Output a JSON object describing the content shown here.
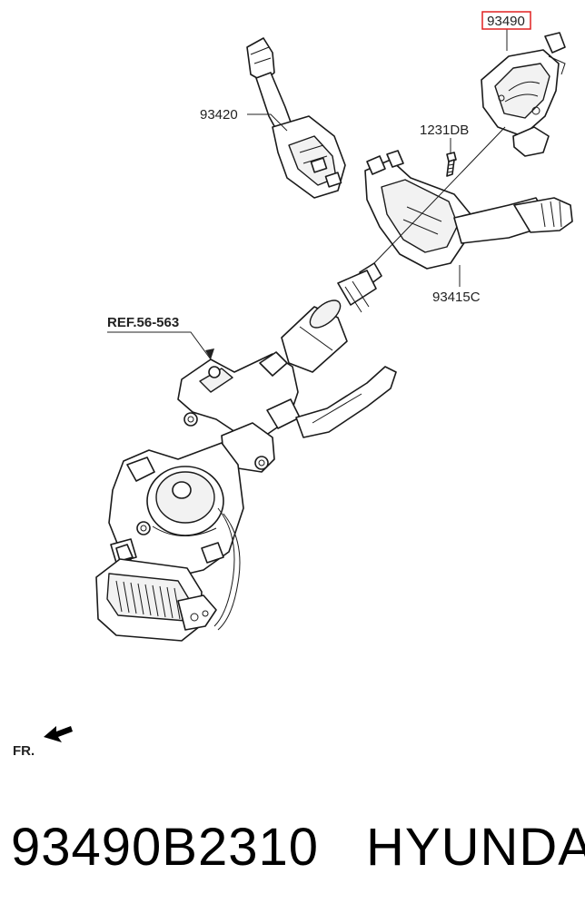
{
  "callouts": {
    "switch_clock_spring": "93490",
    "lever_wiper": "93420",
    "bolt": "1231DB",
    "switch_assy": "93415C",
    "reference": "REF.56-563"
  },
  "front_marker": "FR.",
  "highlight_color": "#e02020",
  "caption": {
    "part_number": "93490B2310",
    "brand": "HYUNDAI"
  }
}
